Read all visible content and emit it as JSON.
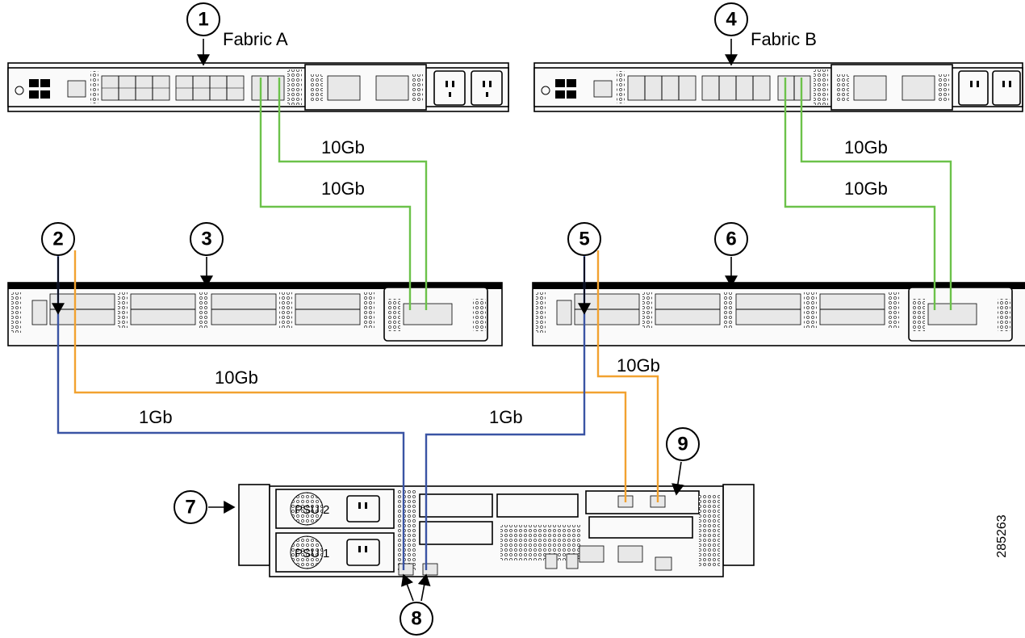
{
  "switches": [
    {
      "callout": "1",
      "label": "Fabric A"
    },
    {
      "callout": "4",
      "label": "Fabric B"
    }
  ],
  "fexes": [
    {
      "callout_ports": "2",
      "callout_chassis": "3"
    },
    {
      "callout_ports": "5",
      "callout_chassis": "6"
    }
  ],
  "server": {
    "callout_chassis": "7",
    "callout_lom": "8",
    "callout_vic": "9",
    "psu_top": "PSU 2",
    "psu_bottom": "PSU 1"
  },
  "cables": {
    "a_uplink_1": "10Gb",
    "a_uplink_2": "10Gb",
    "b_uplink_1": "10Gb",
    "b_uplink_2": "10Gb",
    "a_data": "10Gb",
    "b_data": "10Gb",
    "a_mgmt": "1Gb",
    "b_mgmt": "1Gb"
  },
  "figure_id": "285263",
  "colors": {
    "uplink": "#6cc24a",
    "data": "#f2a230",
    "mgmt": "#3a54a4"
  }
}
